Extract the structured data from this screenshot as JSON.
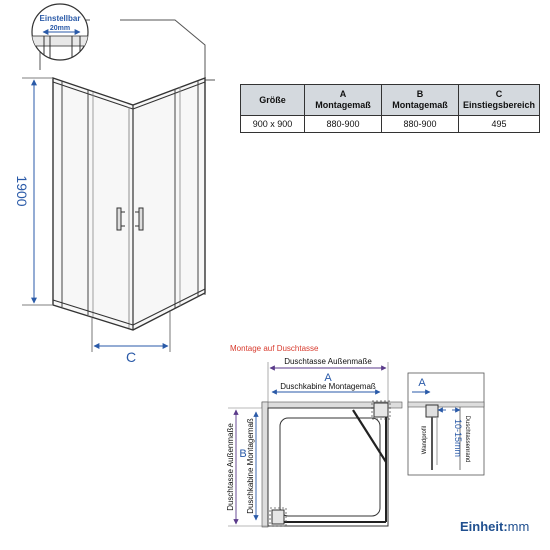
{
  "overview": {
    "callout_label": "Einstellbar",
    "callout_value": "20mm",
    "height_label": "1900",
    "width_label": "C"
  },
  "spec_table": {
    "headers": [
      {
        "line1": "Größe",
        "line2": ""
      },
      {
        "line1": "A",
        "line2": "Montagemaß"
      },
      {
        "line1": "B",
        "line2": "Montagemaß"
      },
      {
        "line1": "C",
        "line2": "Einstiegsbereich"
      }
    ],
    "row": [
      "900 x 900",
      "880-900",
      "880-900",
      "495"
    ]
  },
  "plan": {
    "title": "Montage auf Duschtasse",
    "outer_width": "Duschtasse Außenmaße",
    "label_a": "A",
    "inner_width": "Duschkabine Montagemaß",
    "outer_height": "Duschtasse Außenmaße",
    "label_b": "B",
    "inner_height": "Duschkabine Montagemaß"
  },
  "detail": {
    "label_a": "A",
    "gap": "10-15mm",
    "wall_profile": "Wandprofil",
    "tray_edge": "Duschtassenrand"
  },
  "units": {
    "label": "Einheit:",
    "value": "mm"
  },
  "colors": {
    "dimension_blue": "#2a5aa8",
    "dimension_purple": "#5a3a8a",
    "title_red": "#d83b2e",
    "frame": "#333333"
  }
}
